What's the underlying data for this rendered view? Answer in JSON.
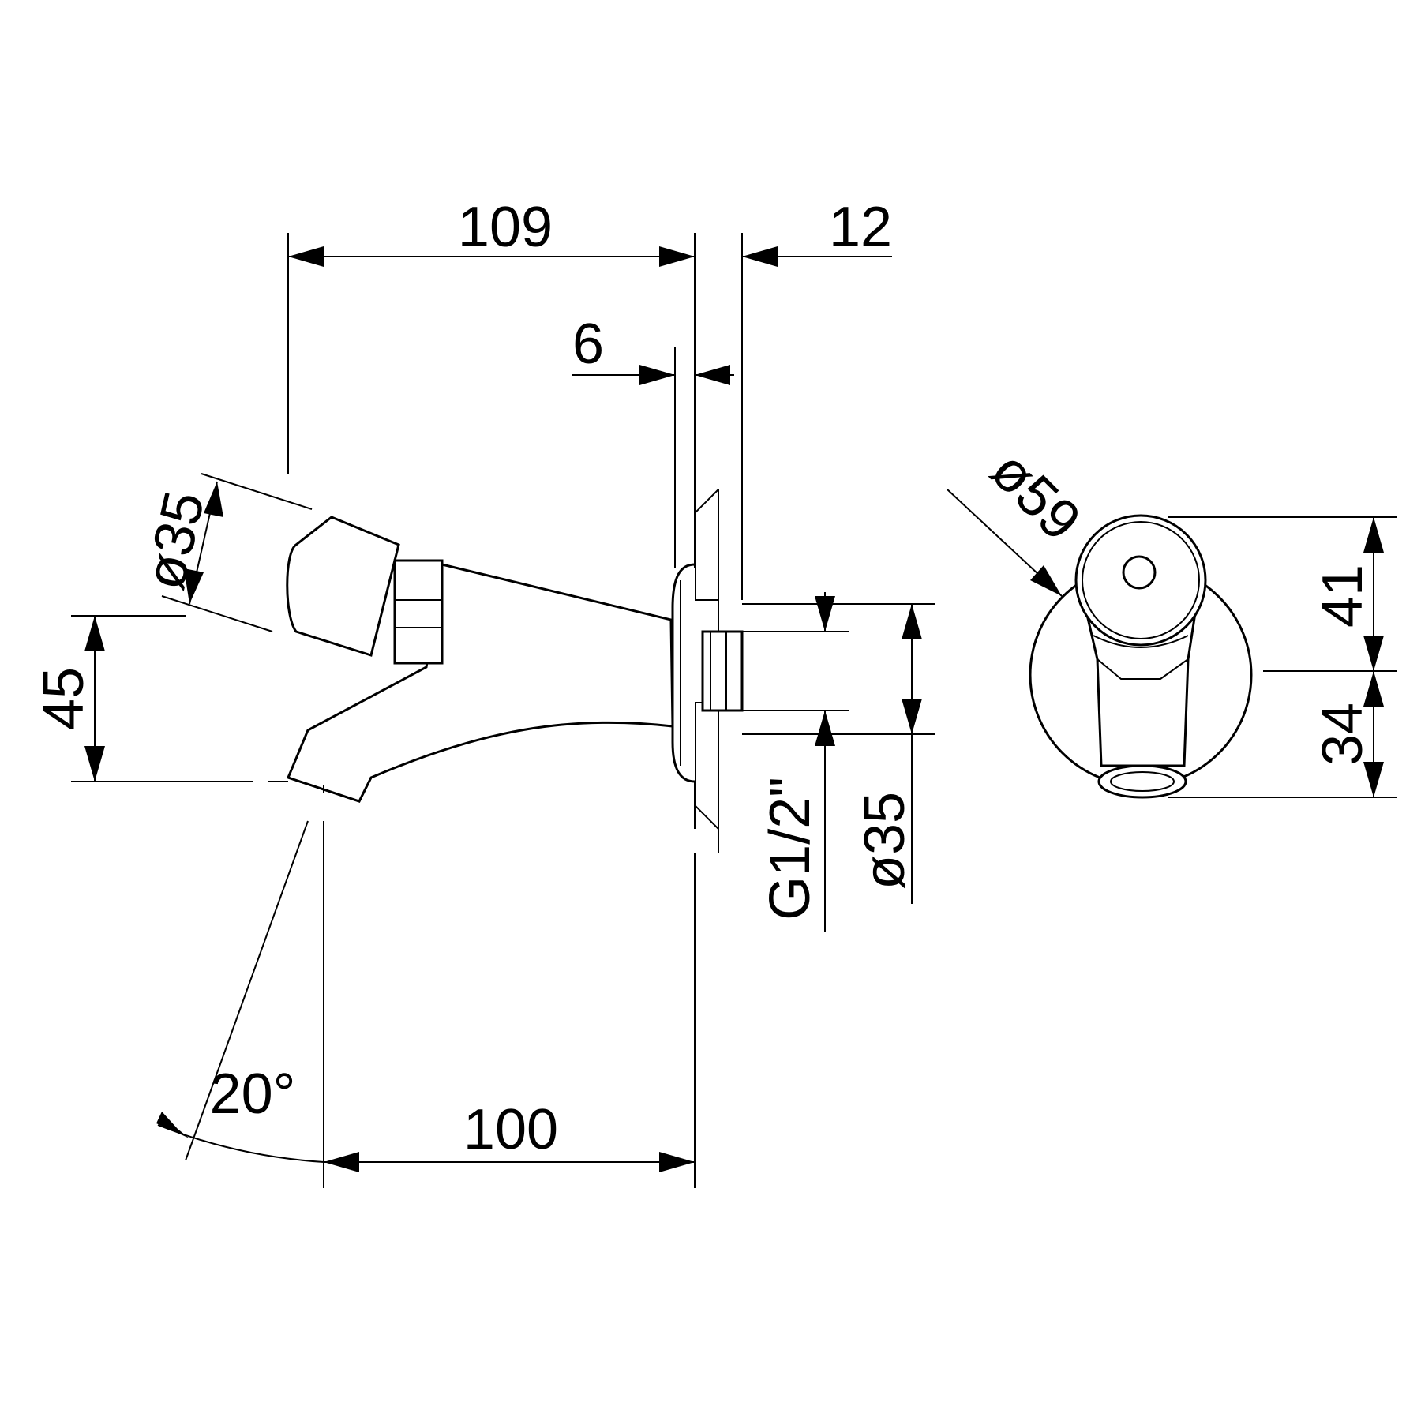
{
  "dimensions": {
    "overall_depth": "109",
    "rosette_offset": "12",
    "rosette_thickness": "6",
    "button_diameter": "ø35",
    "outlet_height": "45",
    "thread": "G1/2\"",
    "pipe_diameter": "ø35",
    "spray_angle": "20°",
    "outlet_projection": "100",
    "rosette_diameter": "ø59",
    "upper_height": "41",
    "lower_height": "34"
  },
  "colors": {
    "line": "#000000",
    "background": "#ffffff"
  }
}
